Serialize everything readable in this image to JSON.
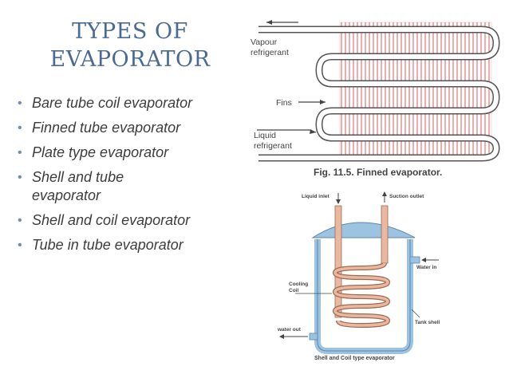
{
  "title": {
    "line1": "TYPES OF",
    "line2": "EVAPORATOR"
  },
  "bullets": [
    "Bare tube coil evaporator",
    "Finned tube evaporator",
    "Plate type evaporator",
    "Shell and tube evaporator",
    "Shell and coil evaporator",
    "Tube in tube evaporator"
  ],
  "bullet_glyph": "•",
  "figure1": {
    "vapour_label_1": "Vapour",
    "vapour_label_2": "refrigerant",
    "fins_label": "Fins",
    "liquid_label_1": "Liquid",
    "liquid_label_2": "refrigerant",
    "caption": "Fig. 11.5. Finned evaporator."
  },
  "figure2": {
    "liquid_inlet": "Liquid inlet",
    "suction_outlet": "Suction outlet",
    "water_in": "Water in",
    "cooling_coil_1": "Cooling",
    "cooling_coil_2": "Coil",
    "tank_shell": "Tank shell",
    "water_out": "water out",
    "caption": "Shell and Coil type evaporator"
  },
  "colors": {
    "title": "#4a6a94",
    "bullet": "#6c8fb5",
    "fins": "#e58a8a",
    "shell": "#9cc3e0",
    "coil": "#e8b9a0"
  }
}
